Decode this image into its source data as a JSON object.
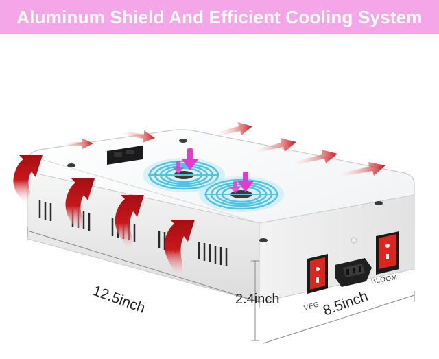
{
  "banner": {
    "title": "Aluminum Shield And Efficient Cooling System"
  },
  "dimensions": {
    "length": "12.5inch",
    "height": "2.4inch",
    "width": "8.5inch"
  },
  "switches": {
    "left": "VEG",
    "right": "BLOOM"
  },
  "colors": {
    "banner": "#f4a6e8",
    "heat_arrow": "#c8171b",
    "cool_arrow": "#e23ccf",
    "fan_blue": "#4cc4e6",
    "switch_red": "#d9271f"
  },
  "icons": [
    "heat-outflow-arrow-icon",
    "cooling-inflow-arrow-icon",
    "fan-icon",
    "power-socket-icon"
  ]
}
